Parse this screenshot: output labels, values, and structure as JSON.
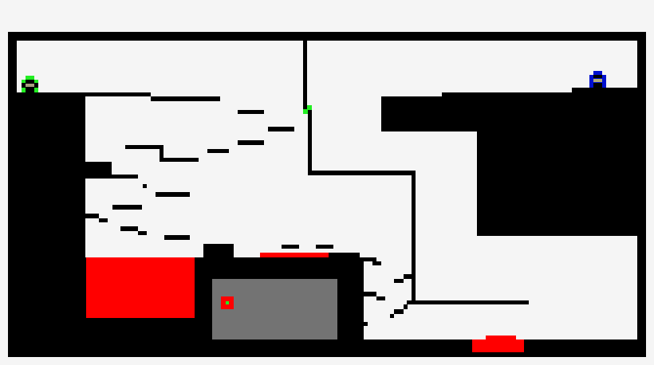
{
  "game": {
    "colors": {
      "background": "#f5f5f5",
      "wall": "#000000",
      "hazard": "#ff0000",
      "goal_area": "#737373",
      "player_one": "#22ee22",
      "player_two": "#0010d0"
    },
    "entities": [
      {
        "name": "green-player",
        "icon": "green-character-sprite"
      },
      {
        "name": "blue-player",
        "icon": "blue-character-sprite"
      },
      {
        "name": "goal-switch",
        "icon": "red-square-with-green-center"
      }
    ]
  }
}
